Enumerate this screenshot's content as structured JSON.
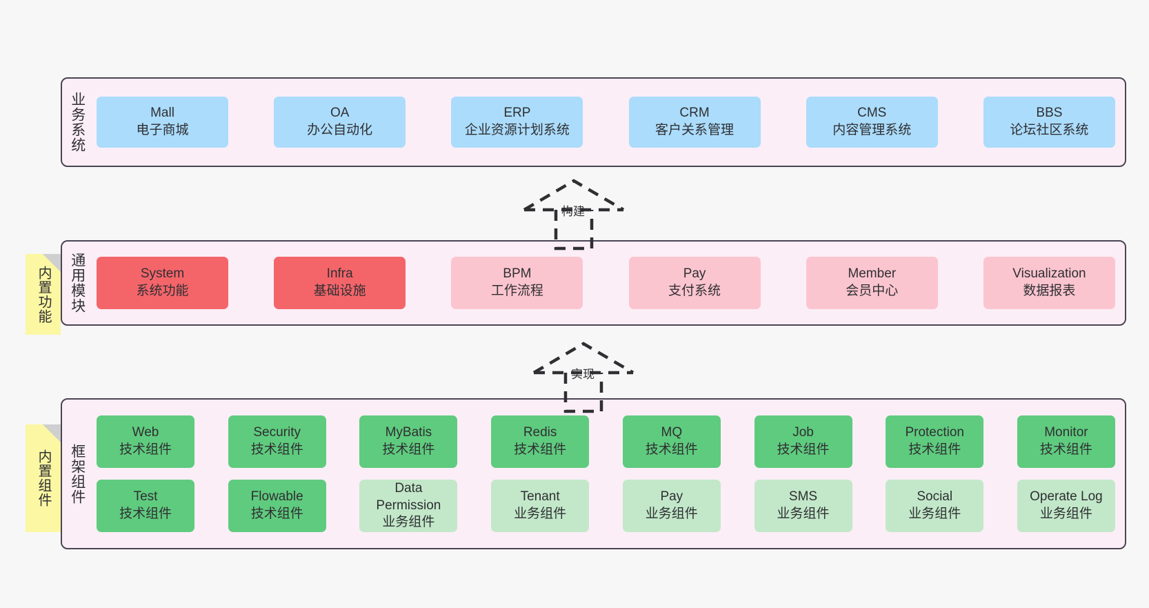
{
  "diagram": {
    "background": "#f7f7f7",
    "panel_fill": "#fbeef7",
    "panel_border": "#4b4453",
    "note_fill": "#fbf7a2",
    "colors": {
      "business": "#abdcfb",
      "module_active": "#f4656a",
      "module_plain": "#fbc5cf",
      "tech_component": "#5fcb7e",
      "biz_component": "#c2e8c9"
    }
  },
  "layers": {
    "business": {
      "title": "业务系统",
      "cards": [
        {
          "t1": "Mall",
          "t2": "电子商城"
        },
        {
          "t1": "OA",
          "t2": "办公自动化"
        },
        {
          "t1": "ERP",
          "t2": "企业资源计划系统"
        },
        {
          "t1": "CRM",
          "t2": "客户关系管理"
        },
        {
          "t1": "CMS",
          "t2": "内容管理系统"
        },
        {
          "t1": "BBS",
          "t2": "论坛社区系统"
        }
      ]
    },
    "common": {
      "title": "通用模块",
      "note": "内置功能",
      "cards": [
        {
          "t1": "System",
          "t2": "系统功能",
          "style": "c-red"
        },
        {
          "t1": "Infra",
          "t2": "基础设施",
          "style": "c-red"
        },
        {
          "t1": "BPM",
          "t2": "工作流程",
          "style": "c-pink"
        },
        {
          "t1": "Pay",
          "t2": "支付系统",
          "style": "c-pink"
        },
        {
          "t1": "Member",
          "t2": "会员中心",
          "style": "c-pink"
        },
        {
          "t1": "Visualization",
          "t2": "数据报表",
          "style": "c-pink"
        }
      ]
    },
    "framework": {
      "title": "框架组件",
      "note": "内置组件",
      "row1": [
        {
          "t1": "Web",
          "t2": "技术组件",
          "style": "c-green"
        },
        {
          "t1": "Security",
          "t2": "技术组件",
          "style": "c-green"
        },
        {
          "t1": "MyBatis",
          "t2": "技术组件",
          "style": "c-green"
        },
        {
          "t1": "Redis",
          "t2": "技术组件",
          "style": "c-green"
        },
        {
          "t1": "MQ",
          "t2": "技术组件",
          "style": "c-green"
        },
        {
          "t1": "Job",
          "t2": "技术组件",
          "style": "c-green"
        },
        {
          "t1": "Protection",
          "t2": "技术组件",
          "style": "c-green"
        },
        {
          "t1": "Monitor",
          "t2": "技术组件",
          "style": "c-green"
        }
      ],
      "row2": [
        {
          "t1": "Test",
          "t2": "技术组件",
          "style": "c-green"
        },
        {
          "t1": "Flowable",
          "t2": "技术组件",
          "style": "c-green"
        },
        {
          "t1": "Data",
          "t2": "Permission",
          "t3": "业务组件",
          "style": "c-lightgreen"
        },
        {
          "t1": "Tenant",
          "t2": "业务组件",
          "style": "c-lightgreen"
        },
        {
          "t1": "Pay",
          "t2": "业务组件",
          "style": "c-lightgreen"
        },
        {
          "t1": "SMS",
          "t2": "业务组件",
          "style": "c-lightgreen"
        },
        {
          "t1": "Social",
          "t2": "业务组件",
          "style": "c-lightgreen"
        },
        {
          "t1": "Operate Log",
          "t2": "业务组件",
          "style": "c-lightgreen"
        }
      ]
    }
  },
  "arrows": {
    "build": {
      "label": "构建"
    },
    "implement": {
      "label": "实现"
    }
  }
}
